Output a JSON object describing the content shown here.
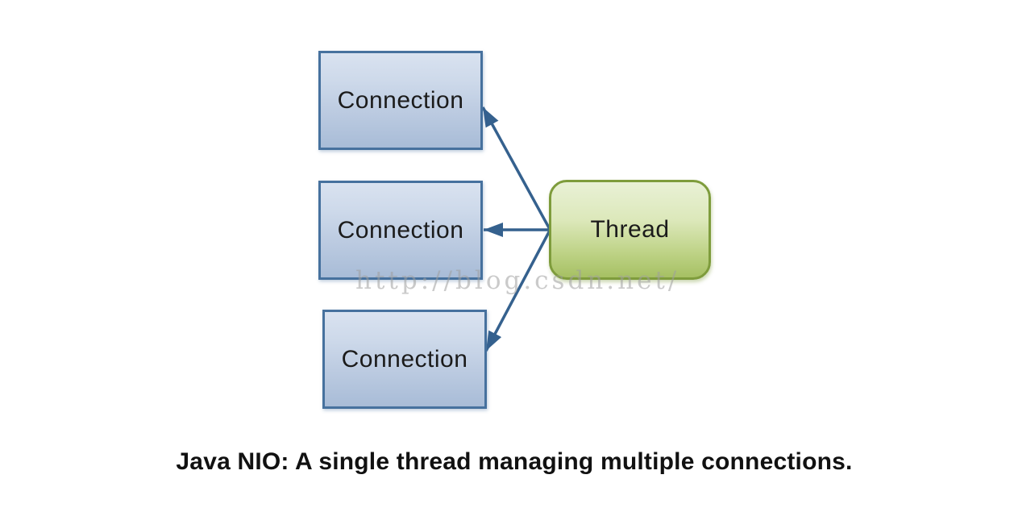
{
  "diagram": {
    "nodes": {
      "connections": [
        {
          "label": "Connection"
        },
        {
          "label": "Connection"
        },
        {
          "label": "Connection"
        }
      ],
      "thread": {
        "label": "Thread"
      }
    },
    "caption": "Java NIO: A single thread managing multiple connections.",
    "watermark": "http://blog.csdn.net/",
    "colors": {
      "background": "#ffffff",
      "connection_fill_top": "#d9e2f0",
      "connection_fill_bottom": "#a8bcd7",
      "connection_border": "#46719e",
      "thread_fill_top": "#e9f1d6",
      "thread_fill_bottom": "#a6c063",
      "thread_border": "#7e9c3c",
      "arrow": "#35618e",
      "node_text": "#1b1b1b",
      "caption_text": "#111111",
      "watermark_text": "#9e9e9e"
    }
  }
}
